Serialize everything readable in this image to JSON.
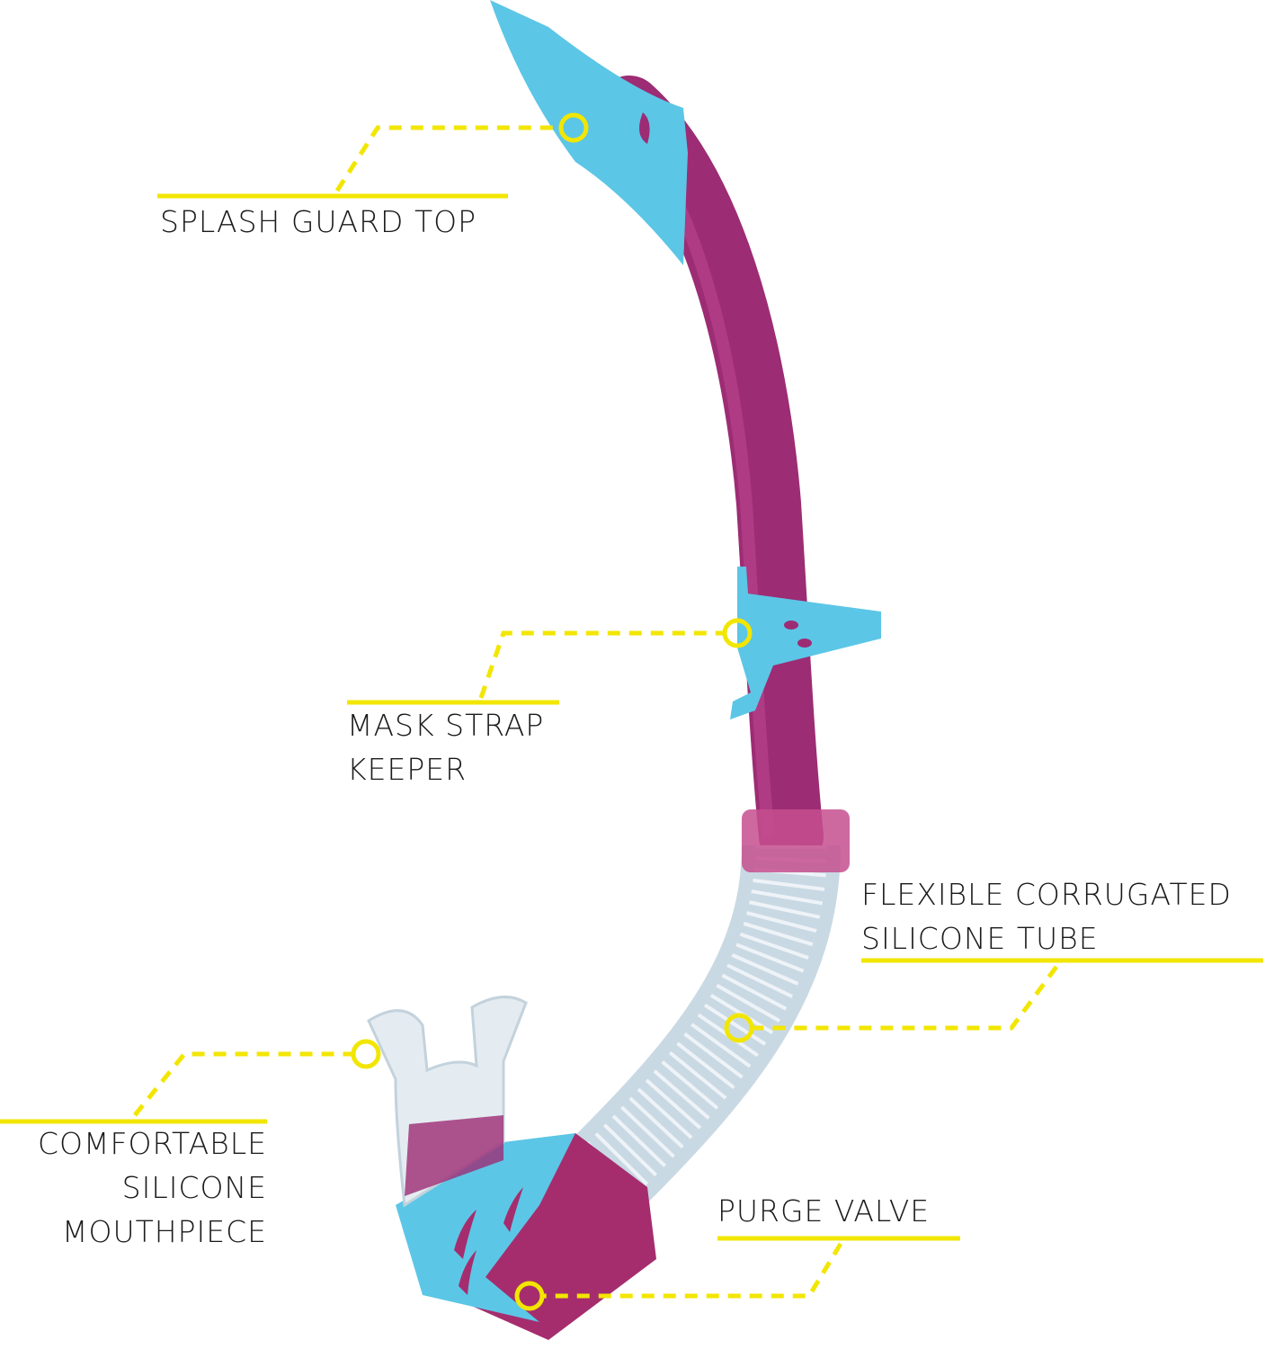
{
  "colors": {
    "accent": "#f2e600",
    "tube": "#9c2c74",
    "guard": "#5cc6e6",
    "clear": "#dfe8ee"
  },
  "labels": {
    "splash_guard": [
      "SPLASH GUARD TOP"
    ],
    "mask_strap": [
      "MASK STRAP",
      "KEEPER"
    ],
    "flex_tube": [
      "FLEXIBLE CORRUGATED",
      "SILICONE TUBE"
    ],
    "mouthpiece": [
      "COMFORTABLE",
      "SILICONE",
      "MOUTHPIECE"
    ],
    "purge_valve": [
      "PURGE VALVE"
    ]
  }
}
